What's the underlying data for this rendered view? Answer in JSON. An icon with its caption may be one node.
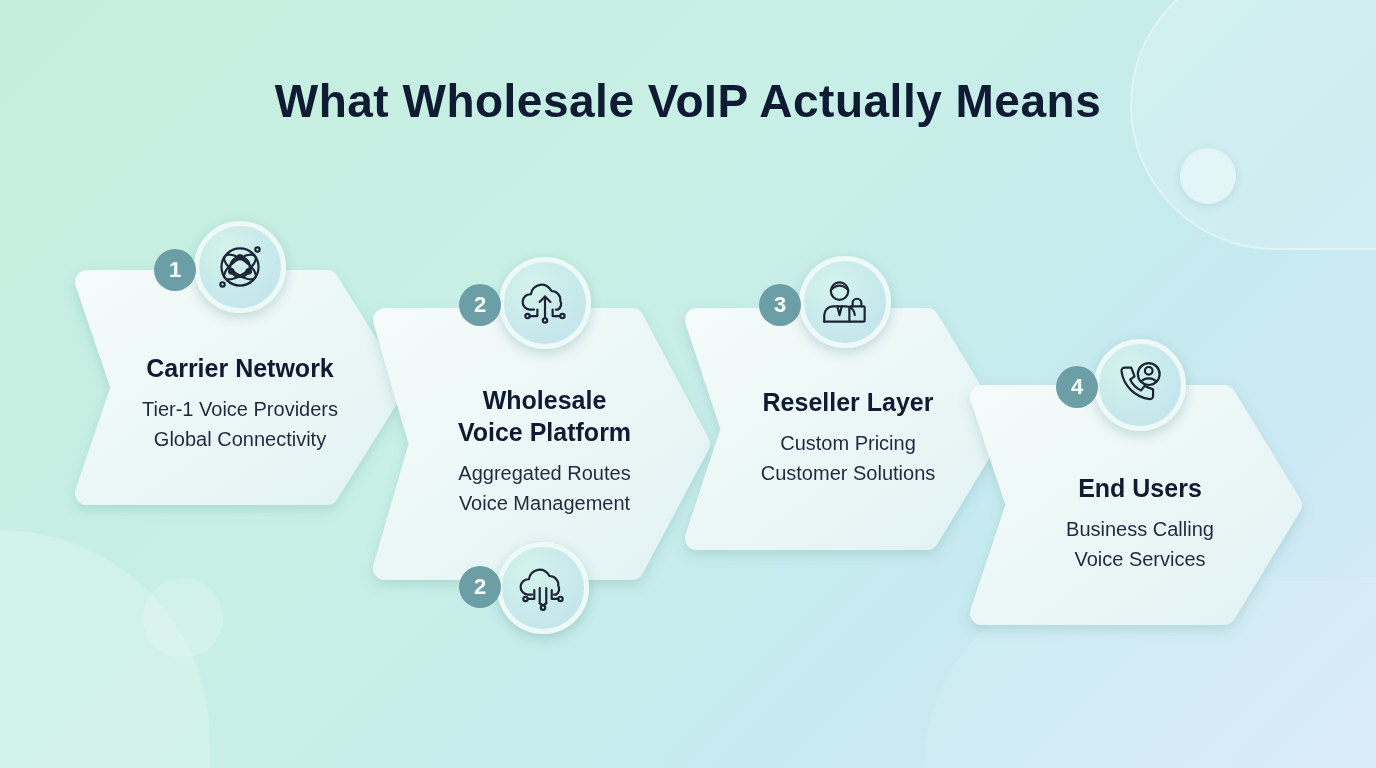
{
  "diagram": {
    "title": "What Wholesale VoIP Actually Means",
    "nodes": [
      {
        "text": [
          "Carrier Network",
          "Tier-1 Voice Providers",
          "Global Connectivity"
        ],
        "beside": [
          "1"
        ]
      },
      {
        "text": [
          "Wholesale Voice Platform",
          "Aggregated Routes",
          "Voice Management"
        ],
        "beside": [
          "2",
          "2"
        ]
      },
      {
        "text": [
          "Reseller Layer",
          "Custom Pricing",
          "Customer Solutions"
        ],
        "beside": [
          "3"
        ]
      },
      {
        "text": [
          "End Users",
          "Business Calling",
          "Voice Services"
        ],
        "beside": [
          "4"
        ]
      }
    ]
  }
}
